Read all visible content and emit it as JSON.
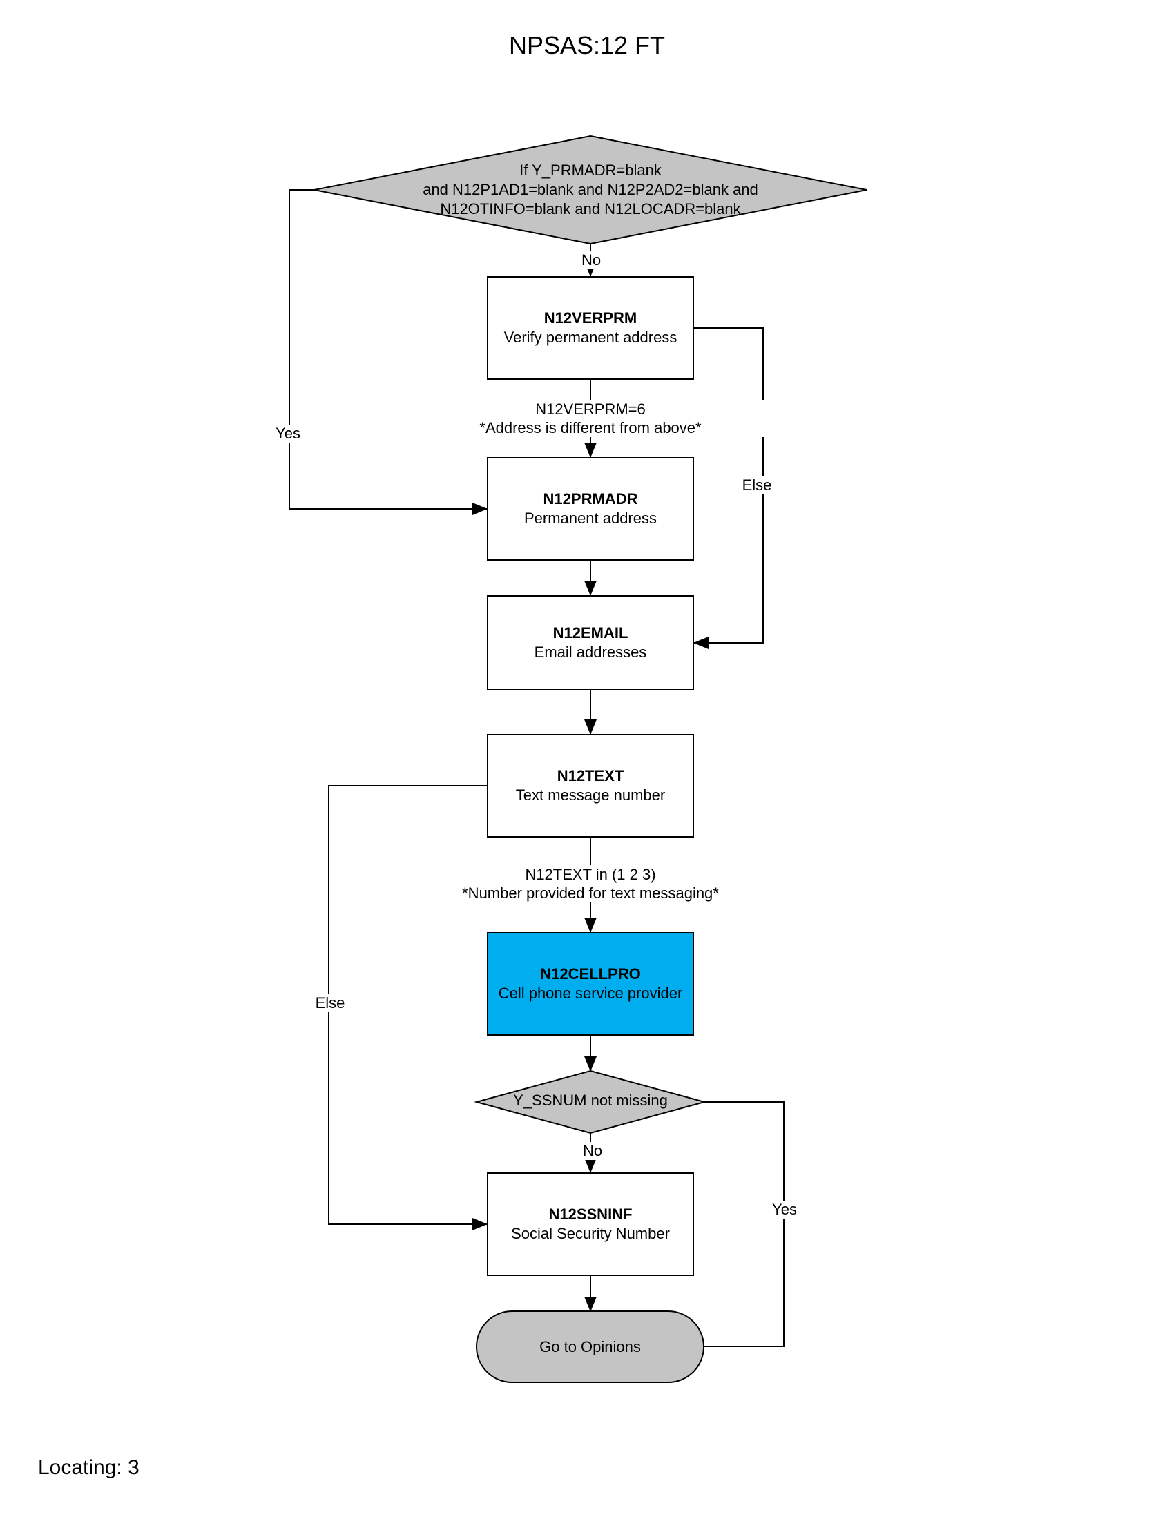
{
  "title": "NPSAS:12 FT",
  "footer": "Locating: 3",
  "colors": {
    "decision_fill": "#c4c4c4",
    "terminal_fill": "#c4c4c4",
    "highlight_fill": "#00aeef",
    "node_fill": "#ffffff",
    "line": "#000000"
  },
  "decision1": {
    "line1": "If Y_PRMADR=blank",
    "line2": "and N12P1AD1=blank and N12P2AD2=blank and",
    "line3": "N12OTINFO=blank and N12LOCADR=blank"
  },
  "nodes": {
    "verprm": {
      "name": "N12VERPRM",
      "desc": "Verify permanent address"
    },
    "prmadr": {
      "name": "N12PRMADR",
      "desc": "Permanent address"
    },
    "email": {
      "name": "N12EMAIL",
      "desc": "Email addresses"
    },
    "text": {
      "name": "N12TEXT",
      "desc": "Text message number"
    },
    "cellpro": {
      "name": "N12CELLPRO",
      "desc": "Cell phone service provider"
    },
    "ssninf": {
      "name": "N12SSNINF",
      "desc": "Social Security Number"
    }
  },
  "decision2": {
    "label": "Y_SSNUM not missing"
  },
  "terminal": {
    "label": "Go to Opinions"
  },
  "captions": {
    "verprm_exit": {
      "line1": "N12VERPRM=6",
      "line2": "*Address is different from above*"
    },
    "text_exit": {
      "line1": "N12TEXT in (1 2 3)",
      "line2": "*Number provided for text messaging*"
    }
  },
  "edge_labels": {
    "no1": "No",
    "yes1": "Yes",
    "else1": "Else",
    "no2": "No",
    "yes2": "Yes",
    "else2": "Else"
  }
}
